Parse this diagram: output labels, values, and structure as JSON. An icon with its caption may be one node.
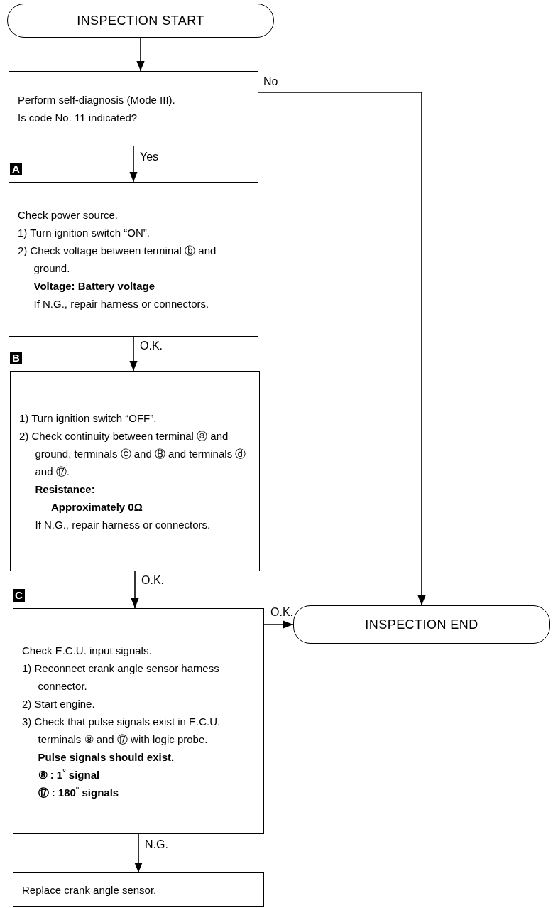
{
  "diagram": {
    "nodes": [
      {
        "text": [
          "INSPECTION START"
        ]
      },
      {
        "text": [
          "Perform self-diagnosis (Mode III).",
          "Is code No. 11 indicated?"
        ]
      },
      {
        "text": [
          "Check power source.",
          "1) Turn ignition switch “ON”.",
          "2) Check voltage between terminal ⓑ and ground.",
          "Voltage:  Battery voltage",
          "If N.G., repair harness or connectors."
        ]
      },
      {
        "text": [
          "1) Turn ignition switch “OFF”.",
          "2) Check continuity between terminal ⓐ and ground, terminals ⓒ and ⑧ and terminals ⓓ and ⑰.",
          "Resistance:",
          "Approximately 0Ω",
          "If N.G., repair harness or connectors."
        ]
      },
      {
        "text": [
          "Check E.C.U. input signals.",
          "1) Reconnect crank angle sensor harness connector.",
          "2) Start engine.",
          "3) Check that pulse signals exist in E.C.U. terminals ⑧ and ⑰ with logic probe.",
          "Pulse signals should exist.",
          "⑧ : 1$^{°}$ signal",
          "⑰ : 180$^{°}$ signals"
        ]
      },
      {
        "text": [
          "INSPECTION END"
        ]
      },
      {
        "text": [
          "Replace crank angle sensor."
        ]
      }
    ],
    "edges": [
      {
        "from": 0,
        "to": 1,
        "arrow": "to"
      },
      {
        "from": 1,
        "to": 5,
        "arrow": "to",
        "label": "No"
      },
      {
        "from": 1,
        "to": 2,
        "arrow": "to",
        "label": "Yes"
      },
      {
        "from": 2,
        "to": 3,
        "arrow": "to",
        "label": "O.K."
      },
      {
        "from": 3,
        "to": 4,
        "arrow": "to",
        "label": "O.K."
      },
      {
        "from": 4,
        "to": 5,
        "arrow": "to",
        "label": "O.K."
      },
      {
        "from": 4,
        "to": 6,
        "arrow": "to",
        "label": "N.G."
      }
    ],
    "labels": [
      "A",
      "B",
      "C"
    ]
  }
}
